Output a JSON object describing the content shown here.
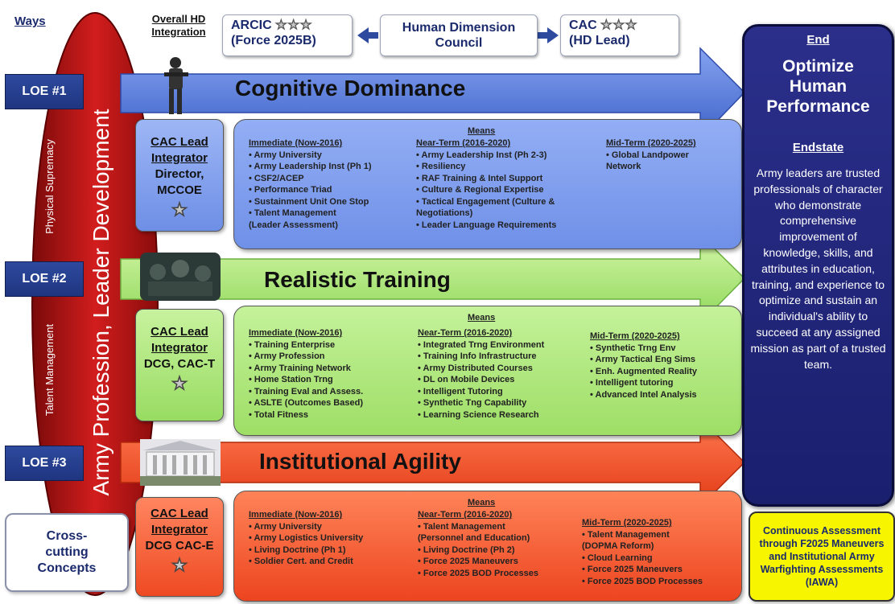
{
  "header": {
    "ways": "Ways",
    "hd_integration": "Overall HD Integration",
    "arcic": "ARCIC",
    "arcic_sub": "(Force 2025B)",
    "hdc": "Human Dimension Council",
    "cac": "CAC",
    "cac_sub": "(HD Lead)",
    "stars3": "★★★"
  },
  "left": {
    "leader_dev": "Army Profession, Leader Development",
    "physical": "Physical Supremacy",
    "talent": "Talent Management"
  },
  "loes": [
    {
      "label": "LOE #1",
      "title": "Cognitive Dominance"
    },
    {
      "label": "LOE #2",
      "title": "Realistic Training"
    },
    {
      "label": "LOE #3",
      "title": "Institutional Agility"
    }
  ],
  "cac_boxes": [
    {
      "lead": "CAC Lead Integrator",
      "who": "Director, MCCOE",
      "star": "★"
    },
    {
      "lead": "CAC Lead Integrator",
      "who": "DCG, CAC-T",
      "star": "★"
    },
    {
      "lead": "CAC Lead Integrator",
      "who": "DCG CAC-E",
      "star": "★"
    }
  ],
  "means_label": "Means",
  "means": [
    {
      "immediate": {
        "head": "Immediate (Now-2016)",
        "items": [
          "• Army University",
          "• Army Leadership Inst (Ph 1)",
          "• CSF2/ACEP",
          "• Performance Triad",
          "• Sustainment Unit One Stop",
          "• Talent Management",
          "   (Leader Assessment)"
        ]
      },
      "near": {
        "head": "Near-Term (2016-2020)",
        "items": [
          "• Army Leadership Inst (Ph 2-3)",
          "• Resiliency",
          "• RAF Training & Intel Support",
          "• Culture & Regional Expertise",
          "• Tactical Engagement (Culture &",
          "Negotiations)",
          "• Leader Language Requirements"
        ]
      },
      "mid": {
        "head": "Mid-Term (2020-2025)",
        "items": [
          "• Global Landpower",
          "Network"
        ]
      }
    },
    {
      "immediate": {
        "head": "Immediate (Now-2016)",
        "items": [
          "• Training Enterprise",
          "• Army Profession",
          "• Army Training Network",
          "• Home Station Trng",
          "• Training Eval and Assess.",
          "• ASLTE (Outcomes Based)",
          "• Total Fitness"
        ]
      },
      "near": {
        "head": "Near-Term (2016-2020)",
        "items": [
          "• Integrated Trng Environment",
          "• Training Info Infrastructure",
          "• Army Distributed Courses",
          "• DL on Mobile Devices",
          "• Intelligent Tutoring",
          "• Synthetic Tng Capability",
          "• Learning Science Research"
        ]
      },
      "mid": {
        "head": "Mid-Term (2020-2025)",
        "items": [
          "• Synthetic Trng Env",
          "• Army Tactical Eng Sims",
          "• Enh. Augmented Reality",
          "• Intelligent tutoring",
          "• Advanced Intel Analysis"
        ]
      }
    },
    {
      "immediate": {
        "head": "Immediate (Now-2016)",
        "items": [
          "• Army University",
          "• Army Logistics University",
          "• Living Doctrine (Ph 1)",
          "• Soldier Cert. and Credit"
        ]
      },
      "near": {
        "head": "Near-Term (2016-2020)",
        "items": [
          "• Talent Management",
          "   (Personnel and Education)",
          "• Living Doctrine (Ph 2)",
          "• Force 2025 Maneuvers",
          "• Force 2025 BOD Processes"
        ]
      },
      "mid": {
        "head": "Mid-Term (2020-2025)",
        "items": [
          "• Talent Management",
          "   (DOPMA Reform)",
          "• Cloud Learning",
          "• Force 2025 Maneuvers",
          "• Force 2025 BOD Processes"
        ]
      }
    }
  ],
  "end": {
    "label": "End",
    "title": "Optimize Human Performance",
    "endstate_label": "Endstate",
    "endstate_text": "Army leaders are trusted professionals of character who demonstrate comprehensive improvement of knowledge, skills, and attributes in education, training, and experience to optimize and sustain an individual's ability to succeed at any assigned mission as part of a trusted team."
  },
  "cross_cutting": "Cross-cutting Concepts",
  "continuous": "Continuous Assessment through F2025 Maneuvers and Institutional Army Warfighting Assessments (IAWA)",
  "colors": {
    "blue": "#5b7fe0",
    "green": "#a8e87a",
    "red": "#f0502a",
    "navy": "#1f3580",
    "yellow": "#f7f500"
  }
}
